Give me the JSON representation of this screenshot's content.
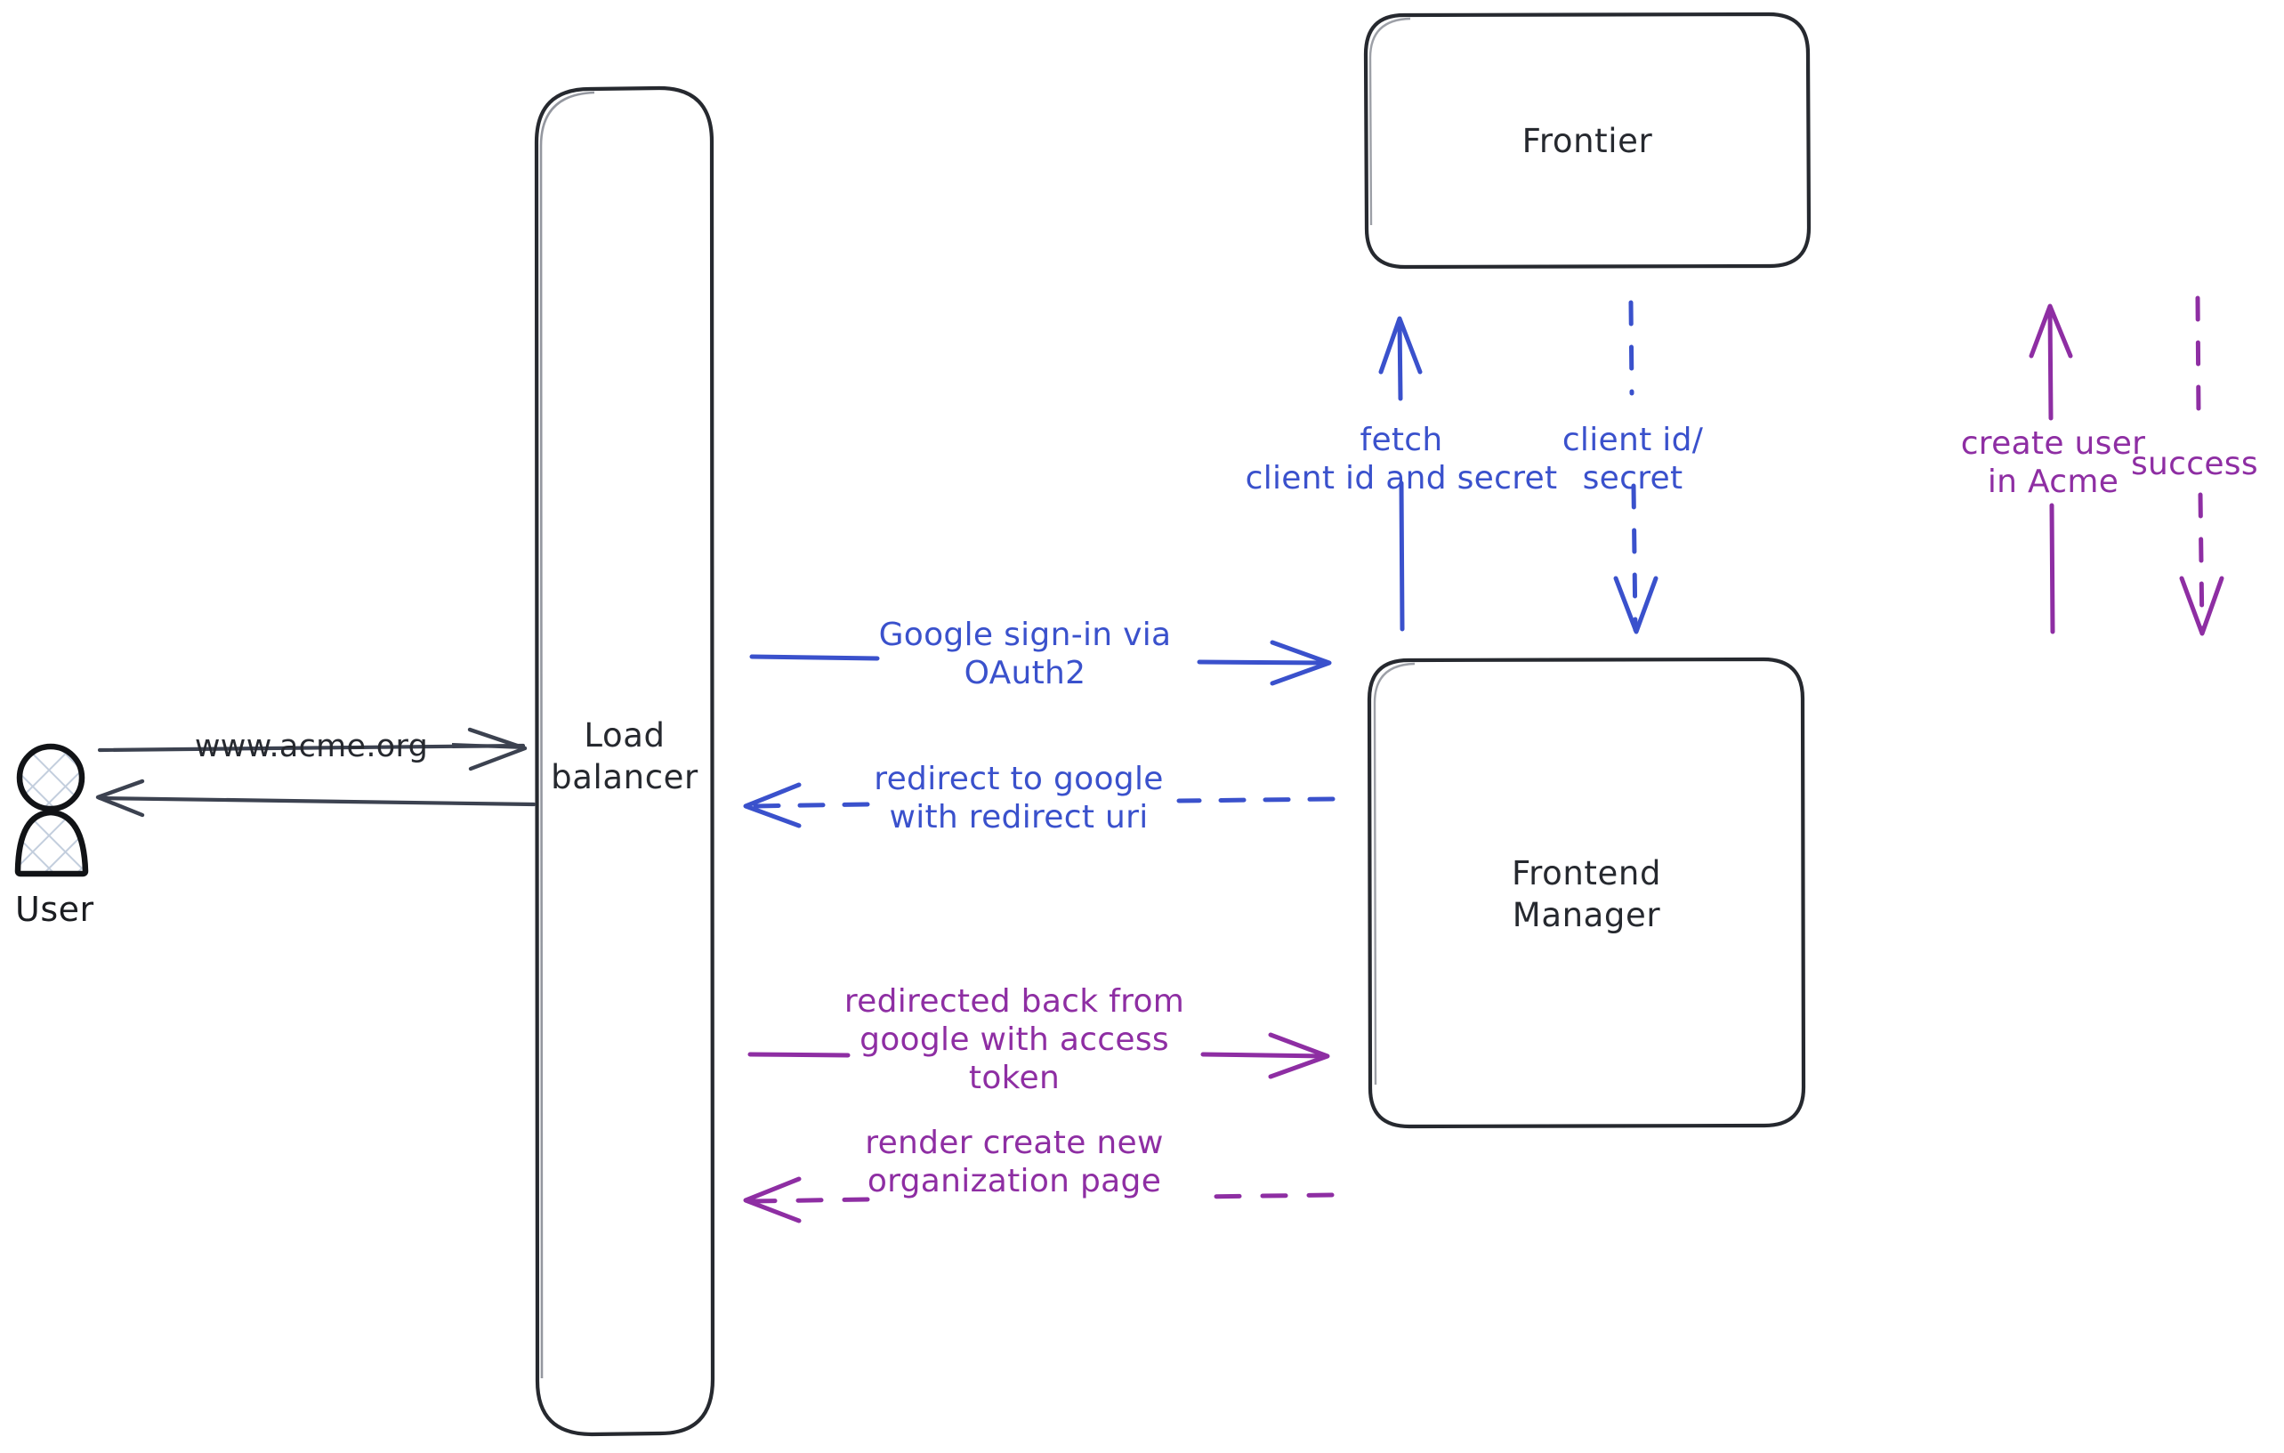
{
  "diagram": {
    "title": "OAuth2 Google sign-in sequence",
    "background": "#ffffff",
    "colors": {
      "stroke_dark": "#26292f",
      "blue": "#3a51cc",
      "purple": "#8e2ea3",
      "actor_fill": "#d8dfe9"
    }
  },
  "actors": [
    {
      "name": "user",
      "caption": "User",
      "shape": "person-figure-hatched"
    }
  ],
  "nodes": [
    {
      "name": "load-balancer",
      "label": "Load\nbalancer",
      "shape": "rounded-rect-tall"
    },
    {
      "name": "frontier",
      "label": "Frontier",
      "shape": "rounded-rect"
    },
    {
      "name": "frontend-manager",
      "label": "Frontend\nManager",
      "shape": "rounded-rect"
    }
  ],
  "edges": [
    {
      "name": "user-to-load-balancer",
      "label": "www.acme.org",
      "color": "#26292f",
      "style": "solid",
      "direction": "right",
      "from": "user",
      "to": "load-balancer"
    },
    {
      "name": "load-balancer-to-user",
      "label": "",
      "color": "#26292f",
      "style": "solid",
      "direction": "left",
      "from": "load-balancer",
      "to": "user"
    },
    {
      "name": "google-sign-in-request",
      "label": "Google sign-in via\nOAuth2",
      "color": "#3a51cc",
      "style": "solid",
      "direction": "right",
      "from": "load-balancer",
      "to": "frontend-manager"
    },
    {
      "name": "redirect-to-google-response",
      "label": "redirect to google\nwith redirect uri",
      "color": "#3a51cc",
      "style": "dashed",
      "direction": "left",
      "from": "frontend-manager",
      "to": "load-balancer"
    },
    {
      "name": "redirected-back-with-token",
      "label": "redirected back from\ngoogle with access\ntoken",
      "color": "#8e2ea3",
      "style": "solid",
      "direction": "right",
      "from": "load-balancer",
      "to": "frontend-manager"
    },
    {
      "name": "render-create-organization-page",
      "label": "render create new\norganization page",
      "color": "#8e2ea3",
      "style": "dashed",
      "direction": "left",
      "from": "frontend-manager",
      "to": "load-balancer"
    },
    {
      "name": "fetch-client-credentials",
      "label": "fetch\nclient id and secret",
      "color": "#3a51cc",
      "style": "solid",
      "direction": "up",
      "from": "frontend-manager",
      "to": "frontier"
    },
    {
      "name": "client-credentials-response",
      "label": "client id/\nsecret",
      "color": "#3a51cc",
      "style": "dashed",
      "direction": "down",
      "from": "frontier",
      "to": "frontend-manager"
    },
    {
      "name": "create-user-in-acme",
      "label": "create user\nin Acme",
      "color": "#8e2ea3",
      "style": "solid",
      "direction": "up",
      "from": "frontend-manager",
      "to": "frontier"
    },
    {
      "name": "create-user-success",
      "label": "success",
      "color": "#8e2ea3",
      "style": "dashed",
      "direction": "down",
      "from": "frontier",
      "to": "frontend-manager"
    }
  ]
}
